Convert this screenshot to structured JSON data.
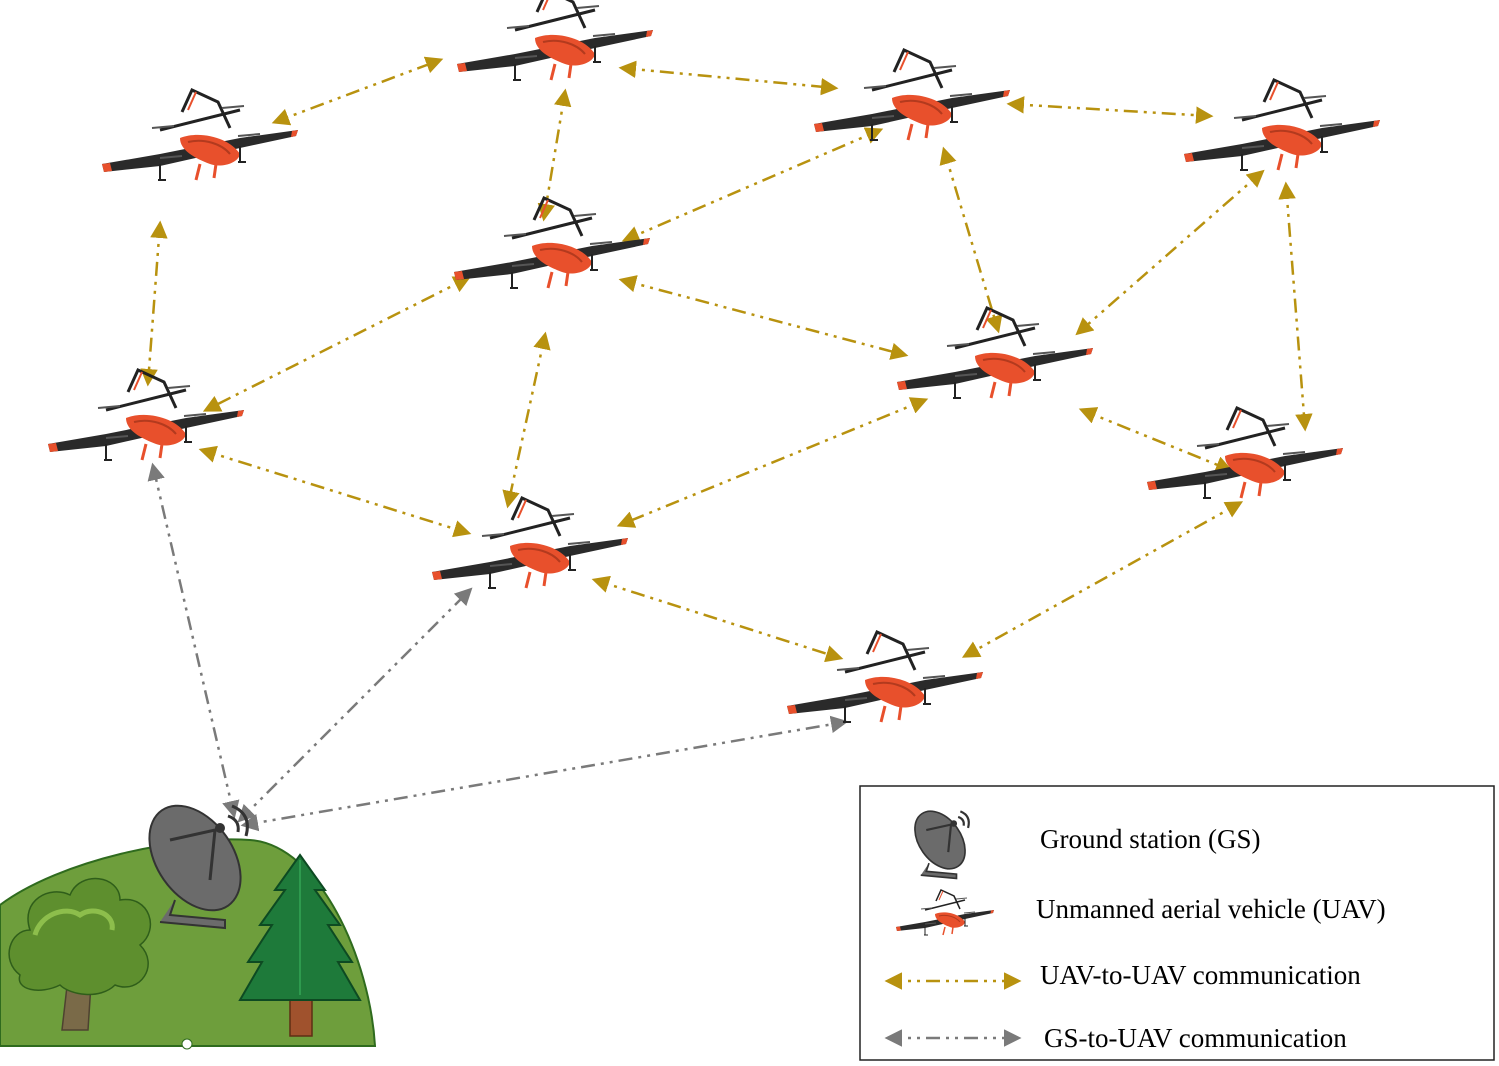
{
  "colors": {
    "uav_link": "#B8920F",
    "gs_link": "#7A7A7A",
    "ground": "#6E9E3C",
    "uav_body": "#E8502C",
    "uav_wing": "#2A2A2A",
    "dish": "#6B6B6B"
  },
  "legend": {
    "ground_station": "Ground station (GS)",
    "uav": "Unmanned aerial vehicle (UAV)",
    "uav_to_uav": "UAV-to-UAV communication",
    "gs_to_uav": "GS-to-UAV communication"
  },
  "nodes": [
    "uav",
    "uav",
    "uav",
    "uav",
    "uav",
    "uav",
    "uav",
    "uav",
    "uav",
    "uav",
    "ground-station"
  ],
  "icons": [
    "uav-icon",
    "satellite-dish-icon",
    "tree-icon",
    "pine-tree-icon"
  ]
}
